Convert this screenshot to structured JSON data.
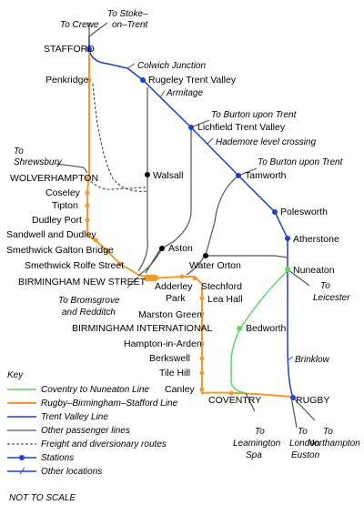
{
  "stations": {
    "stafford": "STAFFORD",
    "penkridge": "Penkridge",
    "rugeley_tv": "Rugeley Trent Valley",
    "lichfield_tv": "Lichfield Trent Valley",
    "walsall": "Walsall",
    "tamworth": "Tamworth",
    "wolverhampton": "WOLVERHAMPTON",
    "coseley": "Coseley",
    "tipton": "Tipton",
    "dudley_port": "Dudley Port",
    "sandwell": "Sandwell and Dudley",
    "smethwick_gb": "Smethwick Galton Bridge",
    "smethwick_rs": "Smethwick Rolfe Street",
    "birmingham_ns": "BIRMINGHAM  NEW  STREET",
    "aston": "Aston",
    "polesworth": "Polesworth",
    "atherstone": "Atherstone",
    "water_orton": "Water Orton",
    "nuneaton": "Nuneaton",
    "adderley_1": "Adderley",
    "adderley_2": "Park",
    "stechford": "Stechford",
    "lea_hall": "Lea Hall",
    "marston_green": "Marston Green",
    "bedworth": "Bedworth",
    "birmingham_int": "BIRMINGHAM  INTERNATIONAL",
    "hampton": "Hampton-in-Arden",
    "berkswell": "Berkswell",
    "tile_hill": "Tile Hill",
    "canley": "Canley",
    "coventry": "COVENTRY",
    "rugby": "RUGBY"
  },
  "locations": {
    "colwich": "Colwich Junction",
    "armitage": "Armitage",
    "hademore": "Hademore level crossing",
    "brinklow": "Brinklow"
  },
  "destinations": {
    "crewe": "To Crewe",
    "stoke_1": "To Stoke–",
    "stoke_2": "on–Trent",
    "burton_1": "To Burton upon Trent",
    "burton_2": "To Burton upon Trent",
    "shrewsbury_1": "To",
    "shrewsbury_2": "Shrewsbury",
    "bromsgrove_1": "To Bromsgrove",
    "bromsgrove_2": "and Redditch",
    "leicester_1": "To",
    "leicester_2": "Leicester",
    "leamington_1": "To",
    "leamington_2": "Leamington",
    "leamington_3": "Spa",
    "london_1": "To",
    "london_2": "London",
    "london_3": "Euston",
    "northampton_1": "To",
    "northampton_2": "Northampton"
  },
  "key": {
    "title": "Key",
    "items": [
      "Coventry to Nuneaton Line",
      "Rugby–Birmingham–Stafford Line",
      "Trent Valley Line",
      "Other passenger lines",
      "Freight and diversionary routes",
      "Stations",
      "Other locations"
    ]
  },
  "note": "NOT TO SCALE",
  "colors": {
    "trent_valley": "#1f3fcf",
    "rugby_birmingham_stafford": "#f39a2e",
    "coventry_nuneaton": "#5fd35f",
    "other_lines": "#555555",
    "station_dot": "#1f3fcf"
  }
}
